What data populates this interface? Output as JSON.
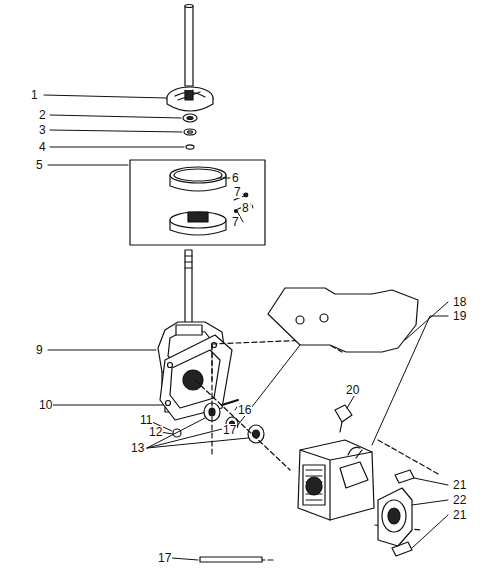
{
  "diagram": {
    "labels": [
      "1",
      "2",
      "3",
      "4",
      "5",
      "6",
      "7",
      "8",
      "7",
      "9",
      "10",
      "11",
      "12",
      "13",
      "16",
      "17",
      "18",
      "19",
      "20",
      "21",
      "22",
      "21",
      "17"
    ]
  }
}
